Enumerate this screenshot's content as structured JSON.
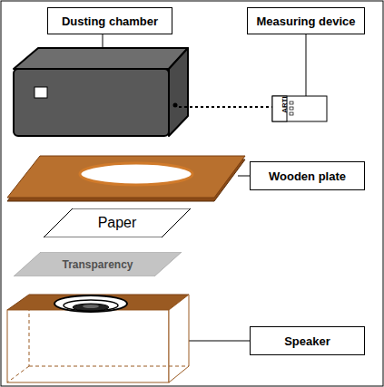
{
  "diagram": {
    "nodes": [
      {
        "text": [
          "Dusting chamber"
        ]
      },
      {
        "text": [
          "Measuring device"
        ]
      },
      {
        "text": [
          "Wooden plate"
        ]
      },
      {
        "text": [
          "Paper"
        ]
      },
      {
        "text": [
          "Transparency"
        ]
      },
      {
        "text": [
          "Speaker"
        ]
      }
    ],
    "labels": [
      "ARTI"
    ]
  }
}
